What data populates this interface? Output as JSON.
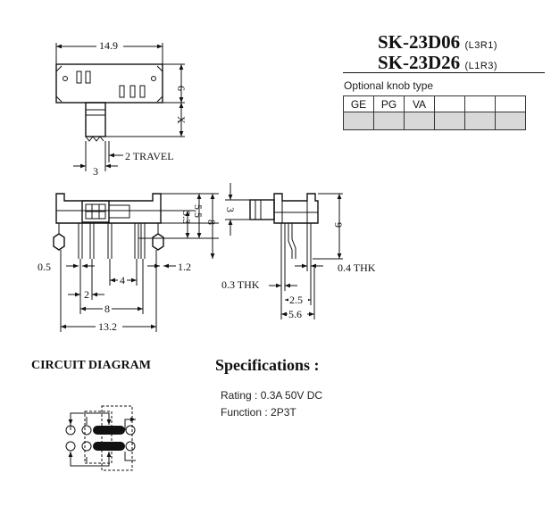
{
  "parts": [
    {
      "model": "SK-23D06",
      "config": "(L3R1)"
    },
    {
      "model": "SK-23D26",
      "config": "(L1R3)"
    }
  ],
  "knob": {
    "title": "Optional knob type",
    "types": [
      "GE",
      "PG",
      "VA",
      "",
      "",
      ""
    ]
  },
  "dimensions": {
    "top_width": "14.9",
    "top_height": "6",
    "knob_x": "X",
    "knob_width": "3",
    "travel": "2 TRAVEL",
    "h_3_3": "3.3",
    "h_5_5": "5.5",
    "h_8": "8",
    "pin_0_5": "0.5",
    "pin_1_2": "1.2",
    "pitch_2": "2",
    "pitch_4": "4",
    "span_8": "8",
    "total_13_2": "13.2",
    "side_knob_3": "3",
    "side_h_9": "9",
    "thk_0_3": "0.3  THK",
    "thk_0_4": "0.4  THK",
    "side_2_5": "2.5",
    "side_5_6": "5.6"
  },
  "circuit": {
    "title": "CIRCUIT DIAGRAM"
  },
  "specs": {
    "title": "Specifications :",
    "rating": "Rating : 0.3A  50V  DC",
    "function": "Function : 2P3T"
  }
}
